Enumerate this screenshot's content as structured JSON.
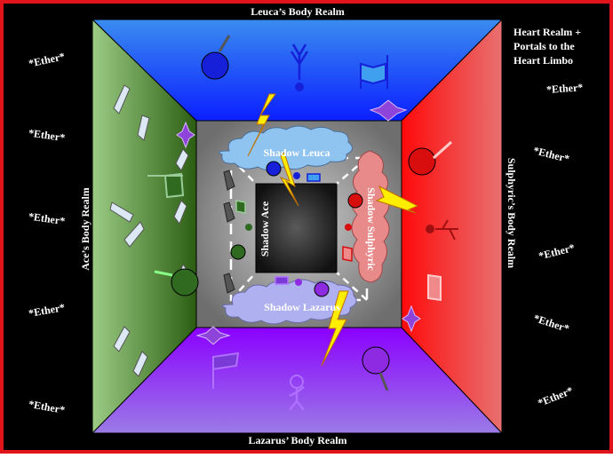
{
  "realms": {
    "top": "Leuca’s Body Realm",
    "bottom": "Lazarus’ Body Realm",
    "left": "Ace’s Body Realm",
    "right": "Sulphyric’s Body Realm",
    "heart_line1": "Heart Realm +",
    "heart_line2": "Portals to the",
    "heart_line3": "Heart Limbo"
  },
  "ether": "*Ether*",
  "shadows": {
    "top": "Shadow Leuca",
    "bottom": "Shadow Lazarus",
    "left": "Shadow Ace",
    "right": "Shadow Sulphyric"
  },
  "colors": {
    "frame_border": "#e0141a",
    "background": "#000000",
    "leuca": "#1a2bff",
    "lazarus": "#8a2be2",
    "ace": "#3d7a2a",
    "sulphyric": "#ff1a1a",
    "cloud": "#9ac8f0",
    "lightning": "#ffee00"
  }
}
